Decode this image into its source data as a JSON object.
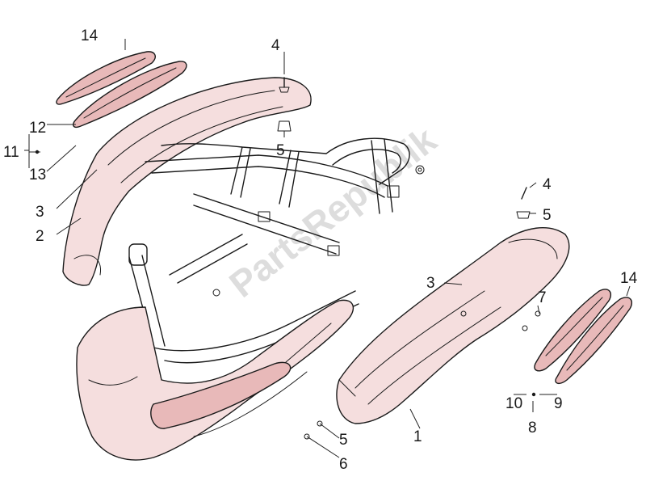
{
  "watermark": "PartsRepublik",
  "callouts": {
    "c14_top": "14",
    "c12": "12",
    "c11": "11",
    "c13": "13",
    "c3_left": "3",
    "c2": "2",
    "c4_top": "4",
    "c5_top": "5",
    "c4_right": "4",
    "c5_right": "5",
    "c3_right": "3",
    "c7": "7",
    "c14_right": "14",
    "c10": "10",
    "c9": "9",
    "c8": "8",
    "c1": "1",
    "c5_bottom": "5",
    "c6": "6"
  },
  "colors": {
    "part_fill": "#e8b9b9",
    "part_fill_light": "#f5dede",
    "outline": "#1a1a1a",
    "watermark": "#cfcfcf"
  }
}
